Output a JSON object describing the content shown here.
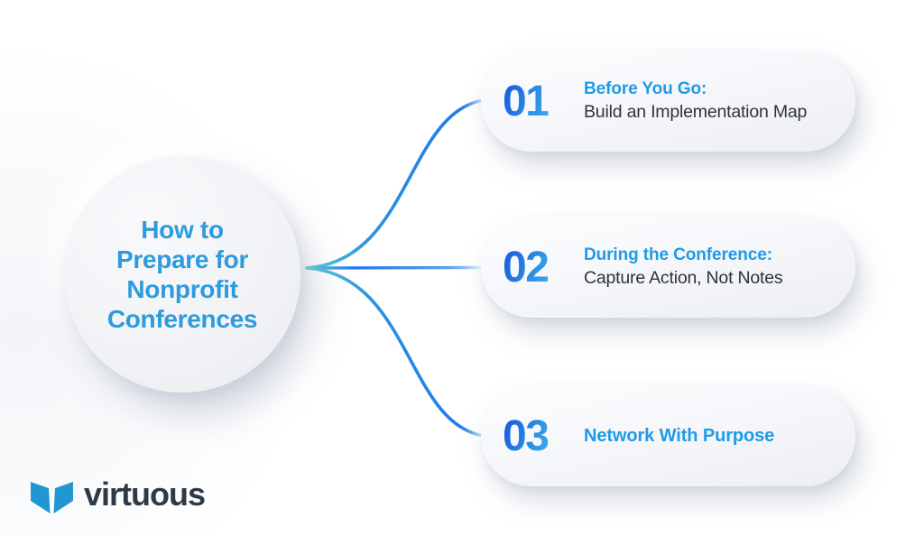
{
  "center": {
    "title_lines": [
      "How to",
      "Prepare for",
      "Nonprofit",
      "Conferences"
    ]
  },
  "items": [
    {
      "number": "01",
      "title": "Before You Go:",
      "subtitle": "Build an Implementation Map"
    },
    {
      "number": "02",
      "title": "During the Conference:",
      "subtitle": "Capture Action, Not Notes"
    },
    {
      "number": "03",
      "title": "Network With Purpose",
      "subtitle": ""
    }
  ],
  "brand": {
    "name": "virtuous",
    "logo_icon": "open-book-icon"
  },
  "colors": {
    "circle_title": "#2D9BDD",
    "card_title": "#1E9BE8",
    "subtitle_text": "#2F3338",
    "num_a": "#1C64DC",
    "num_b": "#3BB1EC",
    "line_teal": "#55C8D7",
    "line_blue": "#1E78E8",
    "line_fade": "#AECFF5",
    "brand_text": "#2E3B47",
    "brand_logo": "#2196D0"
  }
}
